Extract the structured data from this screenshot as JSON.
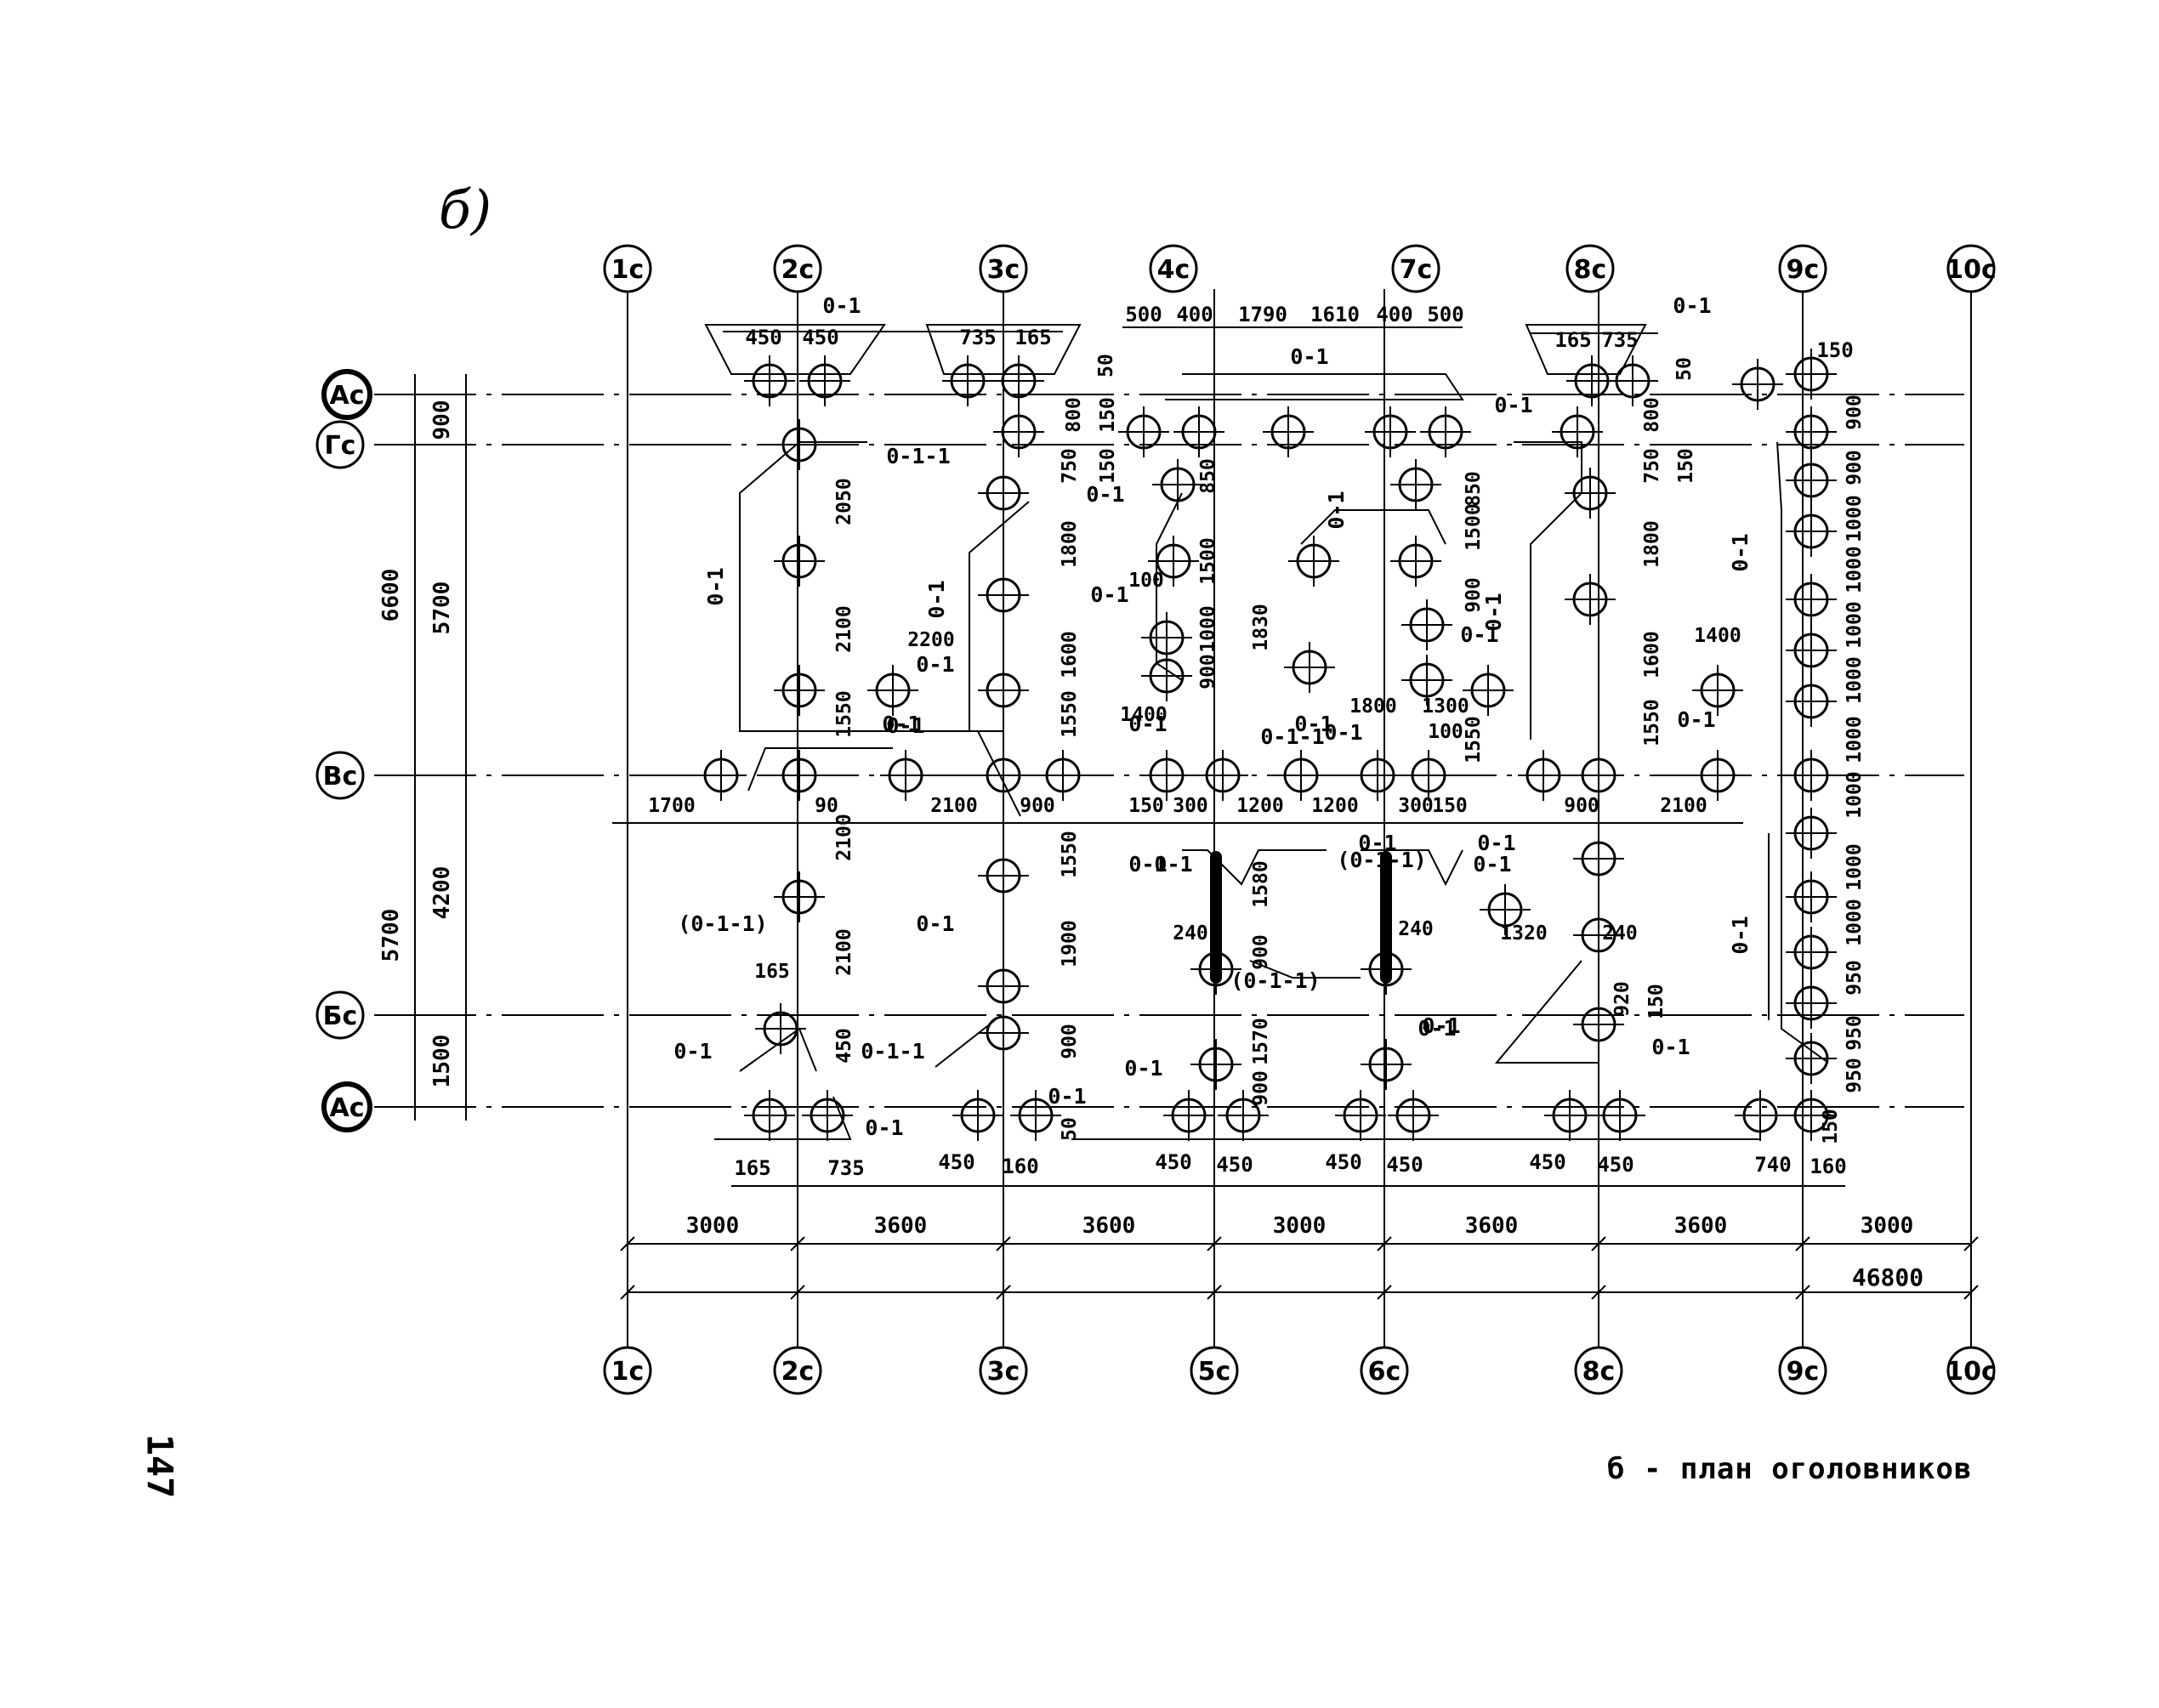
{
  "figure_label": "б)",
  "caption": "б - план оголовников",
  "page_number": "147",
  "total_length": "46800",
  "top_axes": [
    "1с",
    "2с",
    "3с",
    "4с",
    "7с",
    "8с",
    "9с",
    "10с"
  ],
  "bottom_axes": [
    "1с",
    "2с",
    "3с",
    "5с",
    "6с",
    "8с",
    "9с",
    "10с"
  ],
  "row_axes": [
    "Ас",
    "Гс",
    "Вс",
    "Бс",
    "Ас"
  ],
  "bottom_spans": [
    "3000",
    "3600",
    "3600",
    "3000",
    "3600",
    "3600",
    "3000"
  ],
  "left_dims": [
    "6600",
    "5700",
    "900",
    "5700",
    "4200",
    "1500"
  ],
  "top_dims": [
    "450",
    "450",
    "735",
    "165",
    "500",
    "400",
    "1790",
    "1610",
    "400",
    "500",
    "165",
    "735",
    "150"
  ],
  "bottom_dims": [
    "165",
    "735",
    "450",
    "160",
    "450",
    "450",
    "450",
    "450",
    "450",
    "450",
    "740",
    "160"
  ],
  "mid_dims": [
    "1700",
    "90",
    "2100",
    "900",
    "150",
    "300",
    "1200",
    "1200",
    "300",
    "150",
    "900",
    "2100",
    "2200",
    "1400",
    "1800",
    "1300",
    "100",
    "1400",
    "1320",
    "240",
    "240",
    "240",
    "165",
    "100"
  ],
  "vertical_dims": [
    "2050",
    "2100",
    "1550",
    "2100",
    "2100",
    "450",
    "1800",
    "1600",
    "1550",
    "1550",
    "1900",
    "900",
    "800",
    "150",
    "750",
    "150",
    "850",
    "1500",
    "1000",
    "900",
    "1830",
    "1580",
    "900",
    "1570",
    "900",
    "850",
    "1500",
    "900",
    "1550",
    "1800",
    "1600",
    "1550",
    "800",
    "750",
    "150",
    "920",
    "150",
    "50",
    "50",
    "50",
    "900",
    "900",
    "1000",
    "1000",
    "1000",
    "1000",
    "1000",
    "1000",
    "1000",
    "1000",
    "950",
    "950",
    "950",
    "150"
  ],
  "pile_cap_labels": [
    "0-1",
    "0-1",
    "0-1-1",
    "0-1",
    "0-1",
    "0-1",
    "0-1",
    "0-1",
    "0-1",
    "0-1",
    "0-1",
    "0-1",
    "0-1",
    "0-1",
    "0-1-1",
    "0-1",
    "0-1",
    "0-1",
    "0-1",
    "0-1",
    "0-1",
    "0-1",
    "(0-1-1)",
    "(0-1-1)",
    "(0-1-1)",
    "0-1",
    "0-1",
    "0-1",
    "0-1",
    "0-1-1",
    "0-1",
    "0-1",
    "0-1",
    "0-1",
    "0-1",
    "0-1",
    "0-1",
    "0-1",
    "0-1"
  ]
}
